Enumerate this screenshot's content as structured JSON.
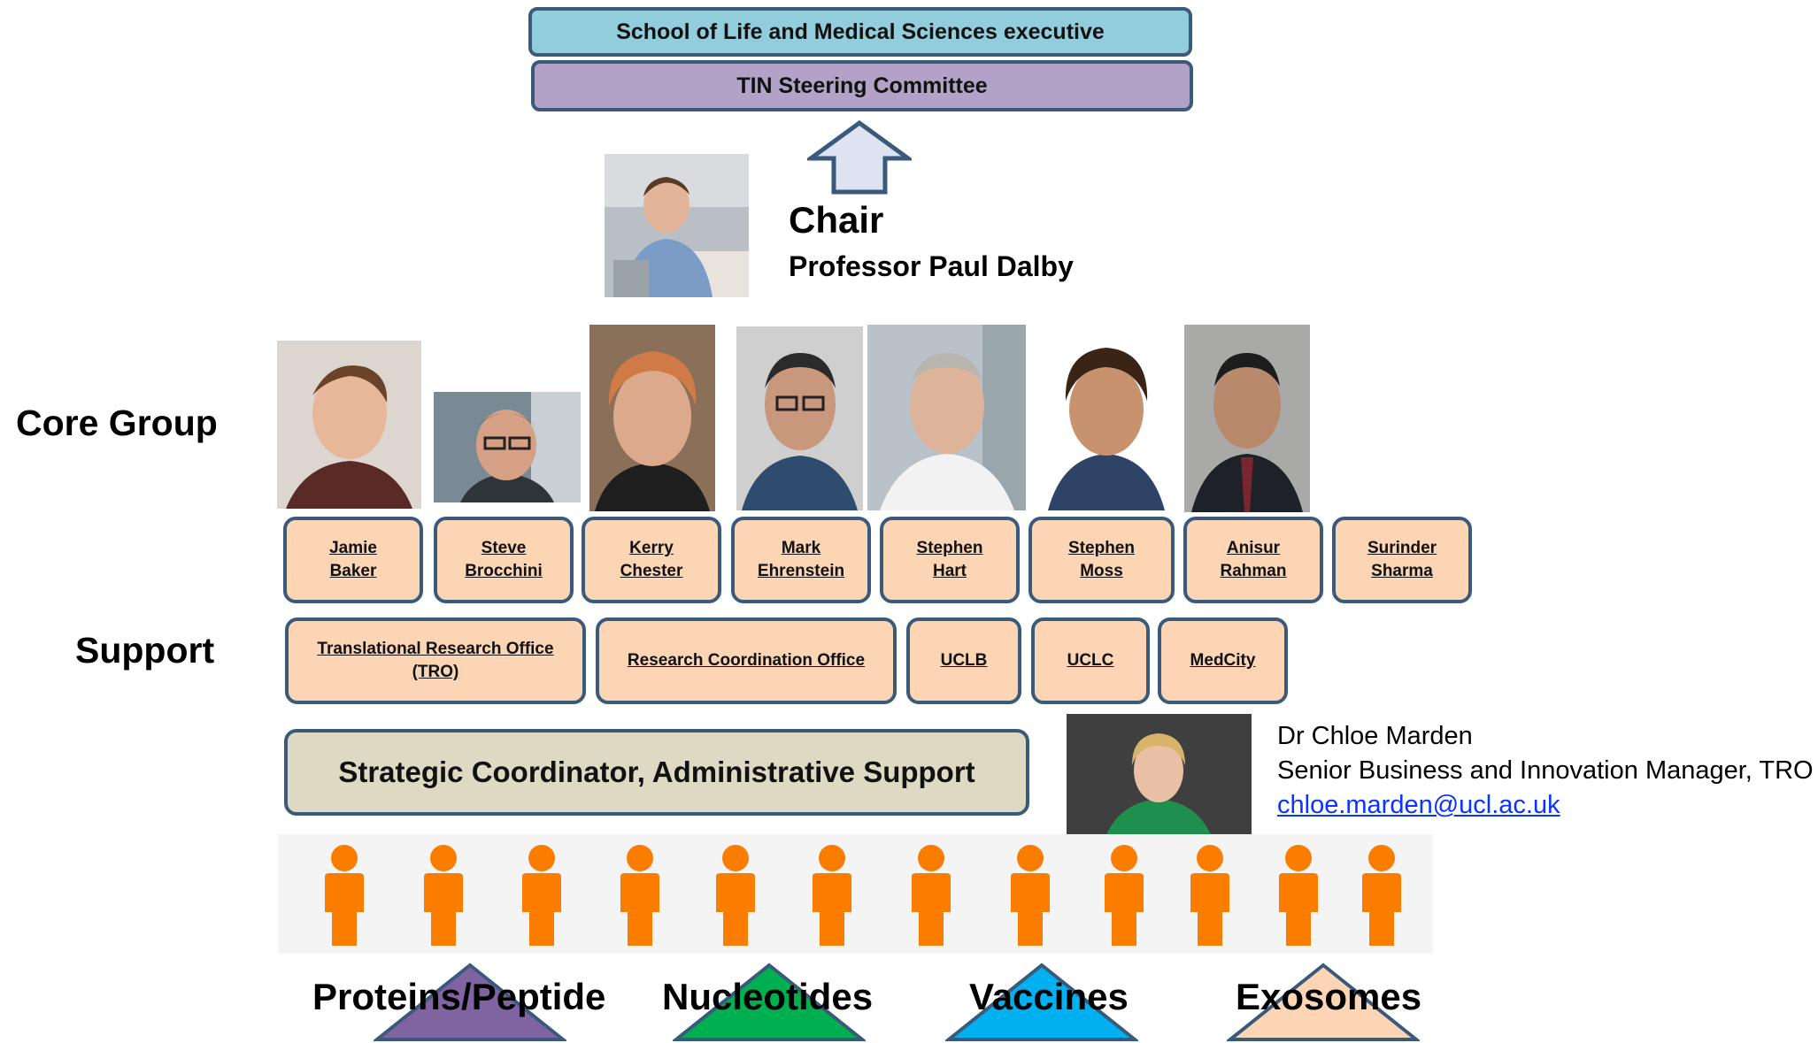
{
  "header": {
    "executive": "School of Life and Medical Sciences executive",
    "steering": "TIN Steering Committee"
  },
  "chair": {
    "title": "Chair",
    "name": "Professor Paul Dalby"
  },
  "sections": {
    "core_group": "Core Group",
    "support": "Support"
  },
  "core_group": [
    {
      "first": "Jamie",
      "last": "Baker"
    },
    {
      "first": "Steve",
      "last": "Brocchini"
    },
    {
      "first": "Kerry",
      "last": "Chester"
    },
    {
      "first": "Mark",
      "last": "Ehrenstein"
    },
    {
      "first": "Stephen",
      "last": "Hart"
    },
    {
      "first": "Stephen",
      "last": "Moss"
    },
    {
      "first": "Anisur",
      "last": "Rahman"
    },
    {
      "first": "Surinder",
      "last": "Sharma"
    }
  ],
  "support": [
    {
      "line1": "Translational Research Office",
      "line2": "(TRO)"
    },
    {
      "line1": "Research Coordination Office",
      "line2": ""
    },
    {
      "line1": "UCLB",
      "line2": ""
    },
    {
      "line1": "UCLC",
      "line2": ""
    },
    {
      "line1": "MedCity",
      "line2": ""
    }
  ],
  "strategic": "Strategic Coordinator, Administrative Support",
  "contact": {
    "name": "Dr Chloe Marden",
    "role": "Senior Business and Innovation Manager, TRO",
    "email": "chloe.marden@ucl.ac.uk"
  },
  "people_icon_count": 12,
  "categories": [
    {
      "label": "Proteins/Peptide",
      "color": "#8064a2"
    },
    {
      "label": "Nucleotides",
      "color": "#00b050"
    },
    {
      "label": "Vaccines",
      "color": "#00b0f0"
    },
    {
      "label": "Exosomes",
      "color": "#fcd5b5"
    }
  ],
  "colors": {
    "executive": "#92cddc",
    "steering": "#b3a2c7",
    "box_fill": "#fcd5b5",
    "box_border": "#3a5a7c",
    "strategic_fill": "#ddd9c3",
    "person_icon": "#fa7d00",
    "link": "#0a33ff"
  }
}
